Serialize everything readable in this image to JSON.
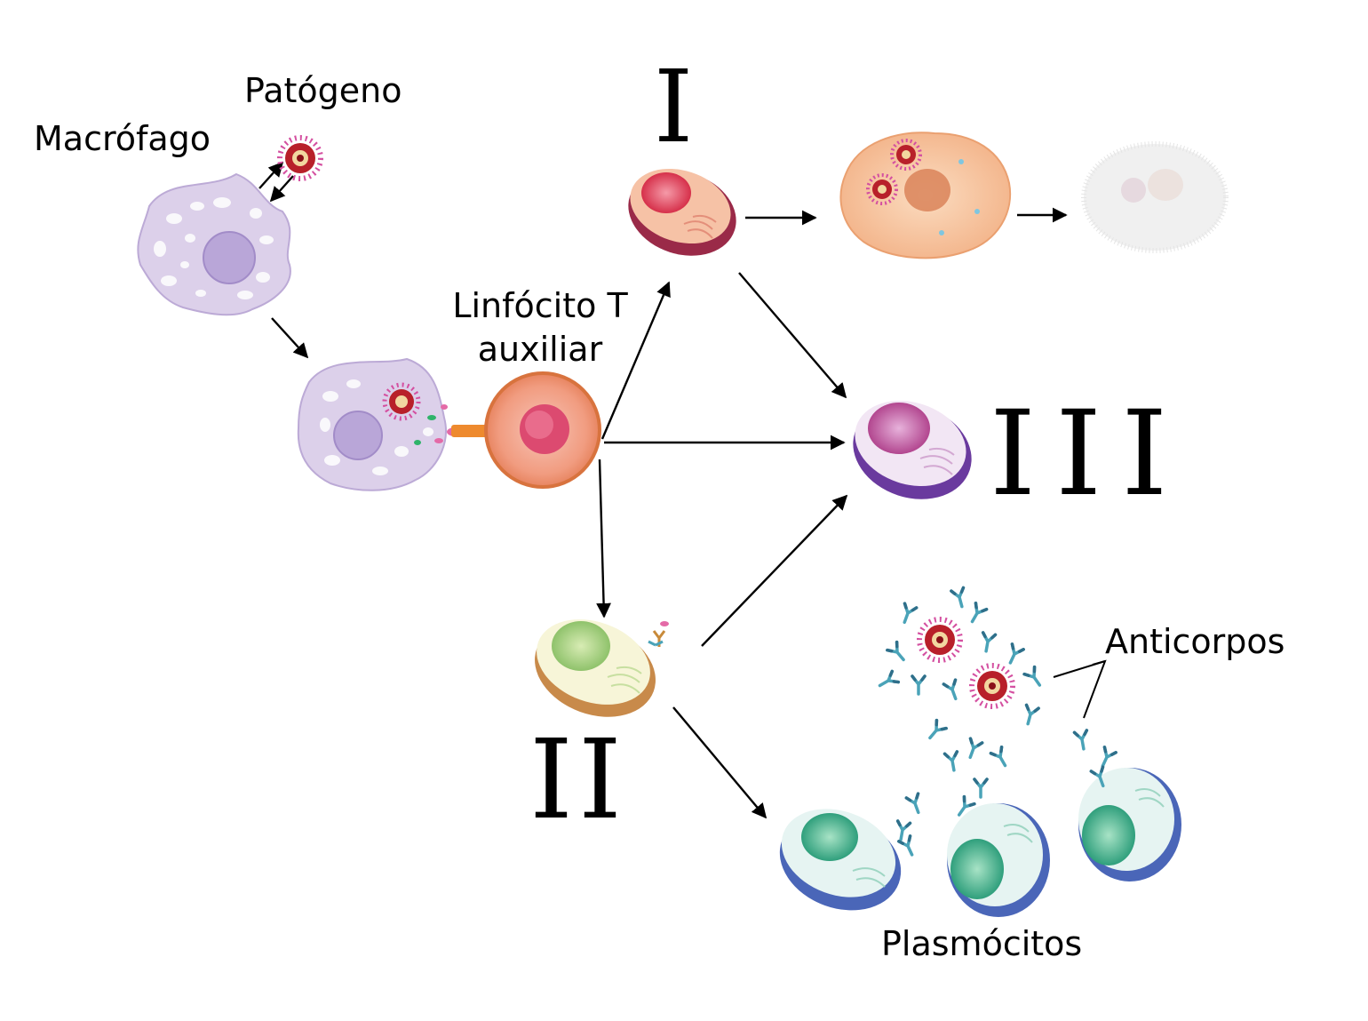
{
  "labels": {
    "pathogen": "Patógeno",
    "macrophage": "Macrófago",
    "helper_t_line1": "Linfócito T",
    "helper_t_line2": "auxiliar",
    "antibodies": "Anticorpos",
    "plasma_cells": "Plasmócitos"
  },
  "pathways": {
    "I": "I",
    "II": "II",
    "III": "III"
  },
  "colors": {
    "macrophage": "#d9cde8",
    "macrophage_nucleus": "#b7a3d6",
    "pathogen": "#b8202a",
    "pathogen_spikes": "#d44fa0",
    "helper_t": "#f0956a",
    "helper_t_nucleus": "#d8456a",
    "cytotoxic_t": "#e8505a",
    "infected_cell": "#f6c49a",
    "memory_cell": "#c27ab8",
    "b_cell": "#b9d68a",
    "plasma_cell": "#9fd1c4",
    "antibody": "#4aa3b8"
  }
}
